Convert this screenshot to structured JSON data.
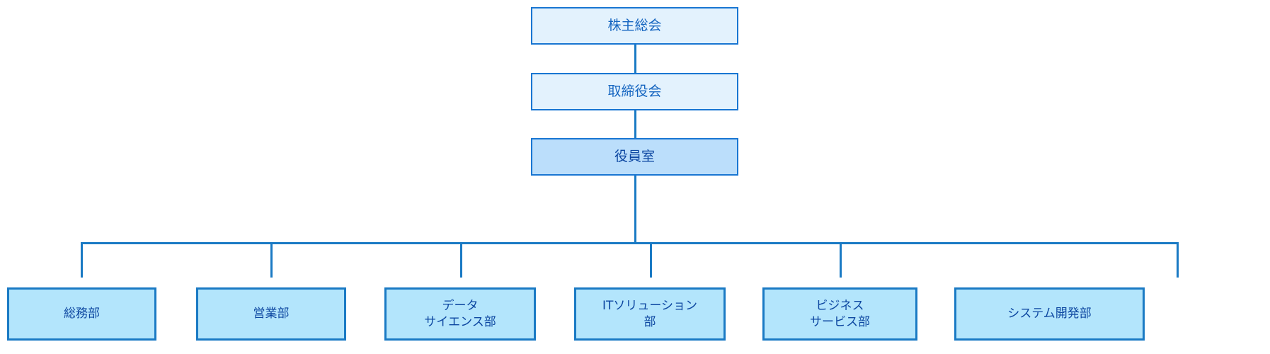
{
  "diagram": {
    "type": "organization-chart",
    "title": "",
    "orientation": "top-down",
    "colors": {
      "background": "#ffffff",
      "top_fill": "#e3f2fd",
      "exec_fill": "#bbdefb",
      "dept_fill": "#b3e5fc",
      "border": "#1976d2",
      "dept_border": "#1a7ac4",
      "top_text": "#1565c0",
      "dept_text": "#0d47a1",
      "connector": "#1a7ac4"
    },
    "nodes": {
      "shareholders_meeting": {
        "label": "株主総会",
        "level": 1
      },
      "board_of_directors": {
        "label": "取締役会",
        "level": 2
      },
      "executive_office": {
        "label": "役員室",
        "level": 3
      },
      "general_affairs": {
        "label": "総務部",
        "level": 4
      },
      "sales": {
        "label": "営業部",
        "level": 4
      },
      "data_science": {
        "label": "データ\nサイエンス部",
        "level": 4
      },
      "it_solutions": {
        "label": "ITソリューション\n部",
        "level": 4
      },
      "business_services": {
        "label": "ビジネス\nサービス部",
        "level": 4
      },
      "system_development": {
        "label": "システム開発部",
        "level": 4
      }
    },
    "edges": [
      {
        "from": "株主総会",
        "to": "取締役会"
      },
      {
        "from": "取締役会",
        "to": "役員室"
      },
      {
        "from": "役員室",
        "to": "総務部"
      },
      {
        "from": "役員室",
        "to": "営業部"
      },
      {
        "from": "役員室",
        "to": "データサイエンス部"
      },
      {
        "from": "役員室",
        "to": "ITソリューション部"
      },
      {
        "from": "役員室",
        "to": "ビジネスサービス部"
      },
      {
        "from": "役員室",
        "to": "システム開発部"
      }
    ]
  }
}
